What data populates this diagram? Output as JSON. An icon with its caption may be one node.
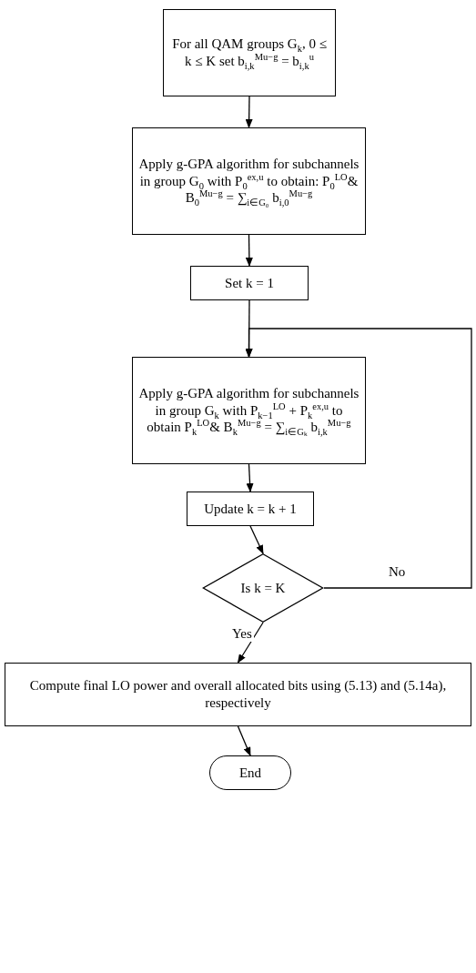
{
  "diagram": {
    "nodes": [
      {
        "text": [
          "For all QAM groups G$_{k}$, 0 ≤ k ≤ K set b$_{i,k}$$^{Mu−g}$ = b$_{i,k}$$^{u}$"
        ]
      },
      {
        "text": [
          "Apply g-GPA algorithm for subchannels in group G$_{0}$ with P$_{0}$$^{ex,u}$ to obtain: P$_{0}$$^{LO}$& B$_{0}$$^{Mu−g}$ = ∑$_{i∈G₀}$ b$_{i,0}$$^{Mu−g}$"
        ]
      },
      {
        "text": [
          "Set k = 1"
        ]
      },
      {
        "text": [
          "Apply g-GPA algorithm for subchannels in group G$_{k}$ with P$_{k−1}$$^{LO}$ + P$_{k}$$^{ex,u}$ to obtain P$_{k}$$^{LO}$& B$_{k}$$^{Mu−g}$ = ∑$_{i∈Gₖ}$ b$_{i,k}$$^{Mu−g}$"
        ]
      },
      {
        "text": [
          "Update k = k + 1"
        ]
      },
      {
        "text": [
          "Is k = K"
        ]
      },
      {
        "text": [
          "Compute final LO power and overall allocated bits using (5.13) and (5.14a), respectively"
        ]
      },
      {
        "text": [
          "End"
        ]
      }
    ],
    "edges": [
      {
        "from": 0,
        "to": 1,
        "arrow": "to"
      },
      {
        "from": 1,
        "to": 2,
        "arrow": "to"
      },
      {
        "from": 2,
        "to": 3,
        "arrow": "to"
      },
      {
        "from": 3,
        "to": 4,
        "arrow": "to"
      },
      {
        "from": 4,
        "to": 5,
        "arrow": "to"
      },
      {
        "from": 5,
        "to": 3,
        "arrow": "to",
        "label": "No"
      },
      {
        "from": 5,
        "to": 6,
        "arrow": "to",
        "label": "Yes"
      },
      {
        "from": 6,
        "to": 7,
        "arrow": "to"
      }
    ]
  }
}
